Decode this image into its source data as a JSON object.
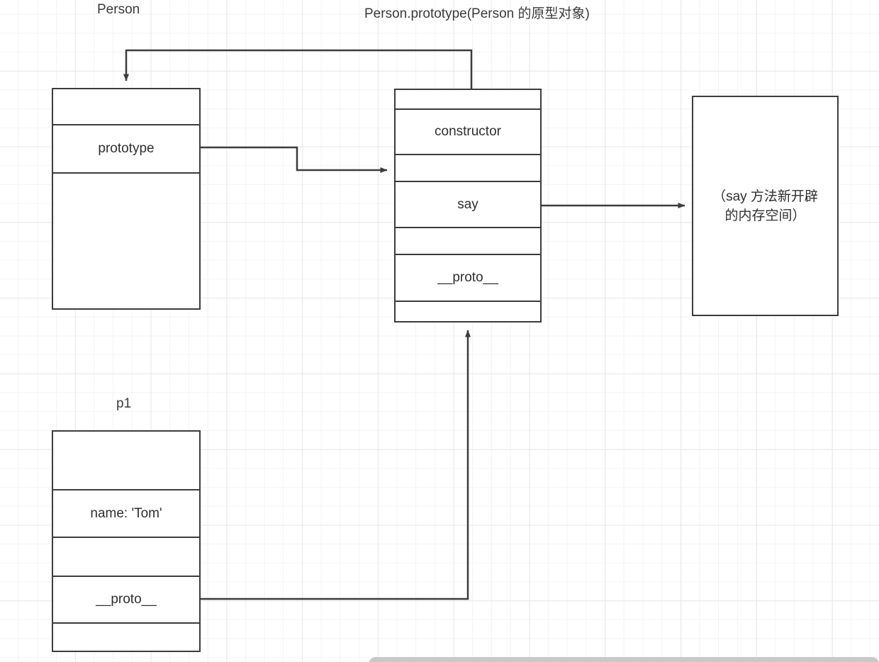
{
  "diagram": {
    "title_person": "Person",
    "title_person_prototype": "Person.prototype(Person 的原型对象)",
    "title_p1": "p1",
    "colors": {
      "stroke": "#3c3c3c",
      "text": "#2f2f2f",
      "grid_minor": "#f3f3f3",
      "grid_major": "#e8e8e8",
      "background": "#ffffff",
      "panel": "#c9c9c9"
    }
  },
  "person_box": {
    "label": "Person",
    "rows": [
      {
        "text": ""
      },
      {
        "text": "prototype"
      },
      {
        "text": ""
      }
    ]
  },
  "prototype_box": {
    "label": "Person.prototype(Person 的原型对象)",
    "rows": [
      {
        "text": ""
      },
      {
        "text": "constructor"
      },
      {
        "text": ""
      },
      {
        "text": "say"
      },
      {
        "text": ""
      },
      {
        "text": "__proto__"
      },
      {
        "text": ""
      }
    ]
  },
  "memory_box": {
    "line1": "（say 方法新开辟",
    "line2": "的内存空间）"
  },
  "p1_box": {
    "label": "p1",
    "rows": [
      {
        "text": ""
      },
      {
        "text": "name: 'Tom'"
      },
      {
        "text": ""
      },
      {
        "text": "__proto__"
      },
      {
        "text": ""
      }
    ]
  },
  "connections": [
    {
      "name": "prototype-to-person-prototype-object",
      "from": "Person.prototype row",
      "to": "Person box top"
    },
    {
      "name": "person-prototype-to-prototype-object",
      "from": "Person.prototype field",
      "to": "Person.prototype object"
    },
    {
      "name": "say-to-memory",
      "from": "say field",
      "to": "memory box"
    },
    {
      "name": "p1-proto-to-prototype-object",
      "from": "p1.__proto__ field",
      "to": "Person.prototype object bottom"
    }
  ]
}
